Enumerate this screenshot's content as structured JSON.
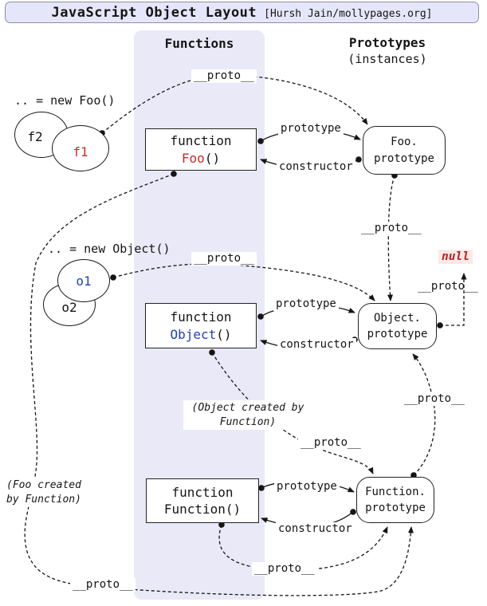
{
  "title": {
    "main": "JavaScript Object Layout",
    "credit": "[Hursh Jain/mollypages.org]"
  },
  "columns": {
    "functions": "Functions",
    "prototypes": "Prototypes",
    "prototypes_sub": "(instances)"
  },
  "instances": {
    "new_foo": ".. = new Foo()",
    "f2": "f2",
    "f1": "f1",
    "new_object": ".. = new Object()",
    "o1": "o1",
    "o2": "o2"
  },
  "function_boxes": {
    "foo": {
      "keyword": "function",
      "name": "Foo",
      "suffix": "()"
    },
    "object": {
      "keyword": "function",
      "name": "Object",
      "suffix": "()"
    },
    "function": {
      "keyword": "function",
      "name": "Function",
      "suffix": "()"
    }
  },
  "prototype_boxes": {
    "foo": {
      "line1": "Foo.",
      "line2": "prototype"
    },
    "object": {
      "line1": "Object.",
      "line2": "prototype"
    },
    "function": {
      "line1": "Function.",
      "line2": "prototype"
    }
  },
  "edge_labels": {
    "proto": "__proto__",
    "prototype": "prototype",
    "constructor": "constructor"
  },
  "special": {
    "null": "null"
  },
  "annotations": {
    "object_created_line1": "(Object created by",
    "object_created_line2": "Function)",
    "foo_created_line1": "(Foo created",
    "foo_created_line2": "by Function)"
  },
  "colors": {
    "band": "#e9e9f8",
    "titlebar_bg": "#e6e6fa",
    "accent_red": "#c92a2a",
    "accent_blue": "#2440b3",
    "null_bg": "#fbe9e7",
    "line": "#151515"
  }
}
